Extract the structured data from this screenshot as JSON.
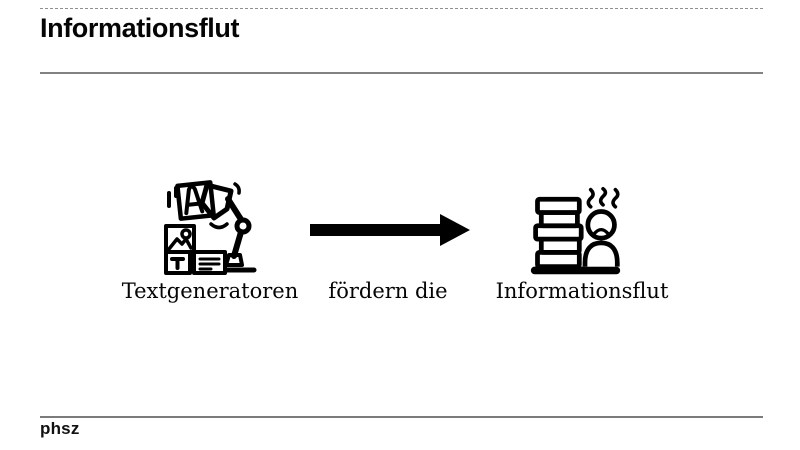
{
  "header": {
    "title": "Informationsflut"
  },
  "diagram": {
    "subject": {
      "label": "Textgeneratoren",
      "icon": "robot-arm-documents-icon"
    },
    "connector": {
      "label": "fördern die",
      "icon": "arrow-right-icon"
    },
    "object": {
      "label": "Informationsflut",
      "icon": "paper-stack-stressed-person-icon"
    }
  },
  "footer": {
    "logo": "phsz"
  },
  "colors": {
    "ink": "#000000",
    "rule_gray": "#828282",
    "background": "#ffffff"
  }
}
